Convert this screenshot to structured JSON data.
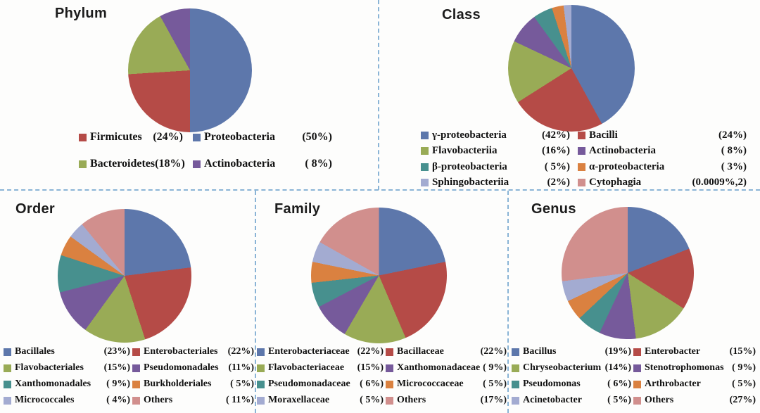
{
  "figure_title": "Bacterial community composition pie charts by taxonomic rank",
  "divider_color": "#8AB4D6",
  "colors": {
    "blue": "#5D77AB",
    "red": "#B54B47",
    "green": "#99AB56",
    "purple": "#765A9B",
    "teal": "#47908E",
    "orange": "#DA8140",
    "lightblue": "#A3ABD1",
    "pink": "#D18F8D"
  },
  "panels": [
    {
      "title": "Phylum",
      "legend": [
        {
          "name": "Firmicutes",
          "pct": "(24%)",
          "color": "red"
        },
        {
          "name": "Proteobacteria",
          "pct": "(50%)",
          "color": "blue"
        },
        {
          "name": "Bacteroidetes",
          "pct": "(18%)",
          "color": "green"
        },
        {
          "name": "Actinobacteria",
          "pct": "( 8%)",
          "color": "purple"
        }
      ]
    },
    {
      "title": "Class",
      "legend": [
        {
          "name": "γ-proteobacteria",
          "pct": "(42%)",
          "color": "blue"
        },
        {
          "name": "Bacilli",
          "pct": "(24%)",
          "color": "red"
        },
        {
          "name": "Flavobacteriia",
          "pct": "(16%)",
          "color": "green"
        },
        {
          "name": "Actinobacteria",
          "pct": "( 8%)",
          "color": "purple"
        },
        {
          "name": "β-proteobacteria",
          "pct": "( 5%)",
          "color": "teal"
        },
        {
          "name": "α-proteobacteria",
          "pct": "( 3%)",
          "color": "orange"
        },
        {
          "name": "Sphingobacteriia",
          "pct": "(2%)",
          "color": "lightblue"
        },
        {
          "name": "Cytophagia",
          "pct": "(0.0009%,2)",
          "color": "pink"
        }
      ]
    },
    {
      "title": "Order",
      "legend": [
        {
          "name": "Bacillales",
          "pct": "(23%)",
          "color": "blue"
        },
        {
          "name": "Enterobacteriales",
          "pct": "(22%)",
          "color": "red"
        },
        {
          "name": "Flavobacteriales",
          "pct": "(15%)",
          "color": "green"
        },
        {
          "name": "Pseudomonadales",
          "pct": "(11%)",
          "color": "purple"
        },
        {
          "name": "Xanthomonadales",
          "pct": "( 9%)",
          "color": "teal"
        },
        {
          "name": "Burkholderiales",
          "pct": "( 5%)",
          "color": "orange"
        },
        {
          "name": "Micrococcales",
          "pct": "( 4%)",
          "color": "lightblue"
        },
        {
          "name": "Others",
          "pct": "( 11%)",
          "color": "pink"
        }
      ]
    },
    {
      "title": "Family",
      "legend": [
        {
          "name": "Enterobacteriaceae",
          "pct": "(22%)",
          "color": "blue"
        },
        {
          "name": "Bacillaceae",
          "pct": "(22%)",
          "color": "red"
        },
        {
          "name": "Flavobacteriaceae",
          "pct": "(15%)",
          "color": "green"
        },
        {
          "name": "Xanthomonadaceae",
          "pct": "( 9%)",
          "color": "purple"
        },
        {
          "name": "Pseudomonadaceae",
          "pct": "( 6%)",
          "color": "teal"
        },
        {
          "name": "Micrococcaceae",
          "pct": "( 5%)",
          "color": "orange"
        },
        {
          "name": "Moraxellaceae",
          "pct": "( 5%)",
          "color": "lightblue"
        },
        {
          "name": "Others",
          "pct": "(17%)",
          "color": "pink"
        }
      ]
    },
    {
      "title": "Genus",
      "legend": [
        {
          "name": "Bacillus",
          "pct": "(19%)",
          "color": "blue"
        },
        {
          "name": "Enterobacter",
          "pct": "(15%)",
          "color": "red"
        },
        {
          "name": "Chryseobacterium",
          "pct": "(14%)",
          "color": "green"
        },
        {
          "name": "Stenotrophomonas",
          "pct": "( 9%)",
          "color": "purple"
        },
        {
          "name": "Pseudomonas",
          "pct": "( 6%)",
          "color": "teal"
        },
        {
          "name": "Arthrobacter",
          "pct": "( 5%)",
          "color": "orange"
        },
        {
          "name": "Acinetobacter",
          "pct": "( 5%)",
          "color": "lightblue"
        },
        {
          "name": "Others",
          "pct": "(27%)",
          "color": "pink"
        }
      ]
    }
  ],
  "chart_data": [
    {
      "type": "pie",
      "title": "Phylum",
      "start_angle": "top",
      "direction": "clockwise",
      "slices": [
        {
          "label": "Proteobacteria",
          "value": 50,
          "color": "blue"
        },
        {
          "label": "Firmicutes",
          "value": 24,
          "color": "red"
        },
        {
          "label": "Bacteroidetes",
          "value": 18,
          "color": "green"
        },
        {
          "label": "Actinobacteria",
          "value": 8,
          "color": "purple"
        }
      ]
    },
    {
      "type": "pie",
      "title": "Class",
      "start_angle": "top",
      "direction": "clockwise",
      "slices": [
        {
          "label": "γ-proteobacteria",
          "value": 42,
          "color": "blue"
        },
        {
          "label": "Bacilli",
          "value": 24,
          "color": "red"
        },
        {
          "label": "Flavobacteriia",
          "value": 16,
          "color": "green"
        },
        {
          "label": "Actinobacteria",
          "value": 8,
          "color": "purple"
        },
        {
          "label": "β-proteobacteria",
          "value": 5,
          "color": "teal"
        },
        {
          "label": "α-proteobacteria",
          "value": 3,
          "color": "orange"
        },
        {
          "label": "Sphingobacteriia",
          "value": 2,
          "color": "lightblue"
        },
        {
          "label": "Cytophagia",
          "value": 0.0009,
          "color": "pink"
        }
      ]
    },
    {
      "type": "pie",
      "title": "Order",
      "start_angle": "top",
      "direction": "clockwise",
      "slices": [
        {
          "label": "Bacillales",
          "value": 23,
          "color": "blue"
        },
        {
          "label": "Enterobacteriales",
          "value": 22,
          "color": "red"
        },
        {
          "label": "Flavobacteriales",
          "value": 15,
          "color": "green"
        },
        {
          "label": "Pseudomonadales",
          "value": 11,
          "color": "purple"
        },
        {
          "label": "Xanthomonadales",
          "value": 9,
          "color": "teal"
        },
        {
          "label": "Burkholderiales",
          "value": 5,
          "color": "orange"
        },
        {
          "label": "Micrococcales",
          "value": 4,
          "color": "lightblue"
        },
        {
          "label": "Others",
          "value": 11,
          "color": "pink"
        }
      ]
    },
    {
      "type": "pie",
      "title": "Family",
      "start_angle": "top",
      "direction": "clockwise",
      "slices": [
        {
          "label": "Enterobacteriaceae",
          "value": 22,
          "color": "blue"
        },
        {
          "label": "Bacillaceae",
          "value": 22,
          "color": "red"
        },
        {
          "label": "Flavobacteriaceae",
          "value": 15,
          "color": "green"
        },
        {
          "label": "Xanthomonadaceae",
          "value": 9,
          "color": "purple"
        },
        {
          "label": "Pseudomonadaceae",
          "value": 6,
          "color": "teal"
        },
        {
          "label": "Micrococcaceae",
          "value": 5,
          "color": "orange"
        },
        {
          "label": "Moraxellaceae",
          "value": 5,
          "color": "lightblue"
        },
        {
          "label": "Others",
          "value": 17,
          "color": "pink"
        }
      ]
    },
    {
      "type": "pie",
      "title": "Genus",
      "start_angle": "top",
      "direction": "clockwise",
      "slices": [
        {
          "label": "Bacillus",
          "value": 19,
          "color": "blue"
        },
        {
          "label": "Enterobacter",
          "value": 15,
          "color": "red"
        },
        {
          "label": "Chryseobacterium",
          "value": 14,
          "color": "green"
        },
        {
          "label": "Stenotrophomonas",
          "value": 9,
          "color": "purple"
        },
        {
          "label": "Pseudomonas",
          "value": 6,
          "color": "teal"
        },
        {
          "label": "Arthrobacter",
          "value": 5,
          "color": "orange"
        },
        {
          "label": "Acinetobacter",
          "value": 5,
          "color": "lightblue"
        },
        {
          "label": "Others",
          "value": 27,
          "color": "pink"
        }
      ]
    }
  ]
}
